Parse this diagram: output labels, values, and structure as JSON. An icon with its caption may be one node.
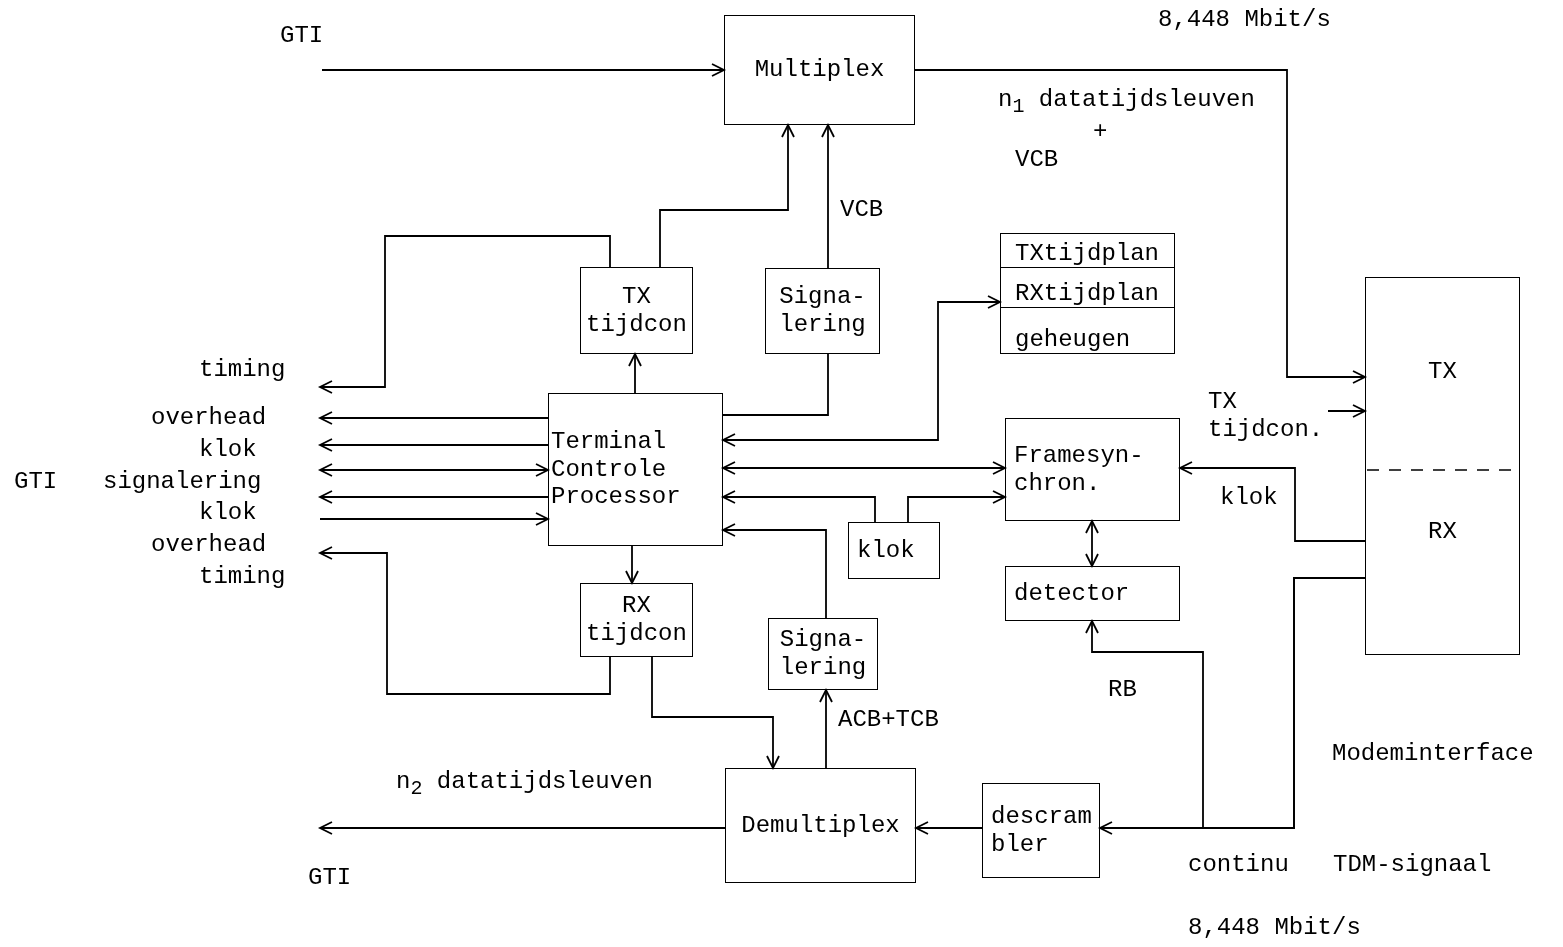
{
  "diagram": {
    "nodes": [
      {
        "text": [
          "Multiplex"
        ]
      },
      {
        "text": [
          "TX tijdcon"
        ]
      },
      {
        "text": [
          "Signa- lering"
        ]
      },
      {
        "text": [
          "TXtijdplan",
          "RXtijdplan",
          "geheugen"
        ]
      },
      {
        "text": [
          "TX",
          "RX"
        ]
      },
      {
        "text": [
          "Terminal Controle Processor"
        ]
      },
      {
        "text": [
          "Framesyn- chron."
        ]
      },
      {
        "text": [
          "klok"
        ]
      },
      {
        "text": [
          "detector"
        ]
      },
      {
        "text": [
          "RX tijdcon"
        ]
      },
      {
        "text": [
          "Signa- lering"
        ]
      },
      {
        "text": [
          "Demultiplex"
        ]
      },
      {
        "text": [
          "descram bler"
        ]
      },
      {
        "text": [
          "TX tijdcon."
        ]
      }
    ],
    "edges": [
      {
        "from": null,
        "to": 0,
        "arrow": "to"
      },
      {
        "from": 1,
        "to": 0,
        "arrow": "to"
      },
      {
        "from": 2,
        "to": 0,
        "arrow": "to"
      },
      {
        "from": 0,
        "to": 4,
        "arrow": "to"
      },
      {
        "from": 1,
        "to": null,
        "arrow": "to"
      },
      {
        "from": 5,
        "to": 1,
        "arrow": "to"
      },
      {
        "from": 5,
        "to": null,
        "arrow": "to"
      },
      {
        "from": 5,
        "to": null,
        "arrow": "to"
      },
      {
        "from": null,
        "to": 5,
        "arrow": "both"
      },
      {
        "from": 5,
        "to": null,
        "arrow": "to"
      },
      {
        "from": null,
        "to": 5,
        "arrow": "to"
      },
      {
        "from": 9,
        "to": null,
        "arrow": "to"
      },
      {
        "from": 5,
        "to": 9,
        "arrow": "to"
      },
      {
        "from": 5,
        "to": 2,
        "arrow": "none"
      },
      {
        "from": 3,
        "to": 5,
        "arrow": "both"
      },
      {
        "from": 5,
        "to": 6,
        "arrow": "both"
      },
      {
        "from": 7,
        "to": 5,
        "arrow": "to"
      },
      {
        "from": 7,
        "to": 6,
        "arrow": "to"
      },
      {
        "from": 10,
        "to": 5,
        "arrow": "to"
      },
      {
        "from": 13,
        "to": 4,
        "arrow": "to"
      },
      {
        "from": 4,
        "to": 6,
        "arrow": "to"
      },
      {
        "from": 6,
        "to": 8,
        "arrow": "both"
      },
      {
        "from": 4,
        "to": 8,
        "arrow": "to"
      },
      {
        "from": 4,
        "to": 12,
        "arrow": "to"
      },
      {
        "from": 12,
        "to": 11,
        "arrow": "to"
      },
      {
        "from": 11,
        "to": null,
        "arrow": "to"
      },
      {
        "from": 9,
        "to": 11,
        "arrow": "to"
      },
      {
        "from": 11,
        "to": 10,
        "arrow": "to"
      }
    ],
    "labels": [
      "GTI",
      "8,448 Mbit/s",
      "n$_{1}$ datatijdsleuven",
      "+",
      "VCB",
      "VCB",
      "timing",
      "overhead",
      "klok",
      "GTI",
      "signalering",
      "klok",
      "overhead",
      "timing",
      "klok",
      "RB",
      "Modeminterface",
      "ACB+TCB",
      "n$_{2}$ datatijdsleuven",
      "GTI",
      "continu",
      "TDM-signaal",
      "8,448 Mbit/s"
    ]
  }
}
